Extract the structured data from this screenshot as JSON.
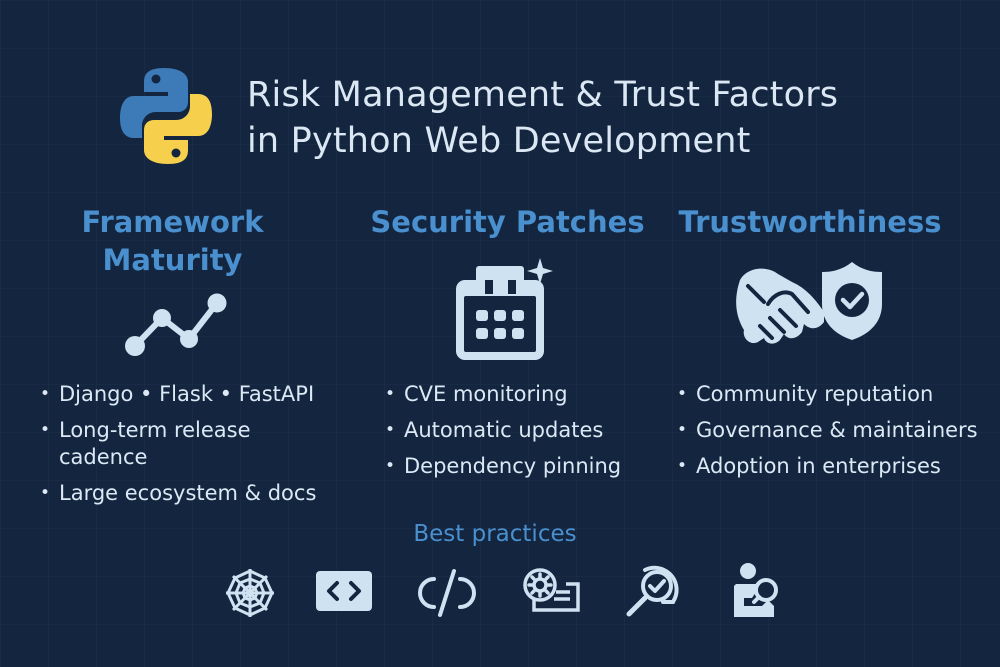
{
  "header": {
    "logo": "python-logo",
    "title_line1": "Risk Management & Trust Factors",
    "title_line2": "in Python Web Development"
  },
  "columns": [
    {
      "title_line1": "Framework",
      "title_line2": "Maturity",
      "icon": "line-chart-icon",
      "bullets": [
        "Django • Flask • FastAPI",
        "Long-term release cadence",
        "Large ecosystem & docs"
      ]
    },
    {
      "title_line1": "Security Patches",
      "icon": "calendar-sparkle-icon",
      "bullets": [
        "CVE monitoring",
        "Automatic updates",
        "Dependency pinning"
      ]
    },
    {
      "title_line1": "Trustworthiness",
      "icon": "handshake-shield-icon",
      "bullets": [
        "Community reputation",
        "Governance & maintainers",
        "Adoption in enterprises"
      ]
    }
  ],
  "best_practices": {
    "label": "Best practices",
    "icons": [
      "spider-web-icon",
      "code-brackets-icon",
      "code-slash-icon",
      "gear-document-icon",
      "search-check-icon",
      "person-magnifier-icon"
    ]
  },
  "colors": {
    "background": "#13253f",
    "accent": "#4a90cf",
    "text": "#dce9f5",
    "icon": "#cfe2f1",
    "python_blue": "#3d7ab8",
    "python_yellow": "#f6d04d"
  }
}
